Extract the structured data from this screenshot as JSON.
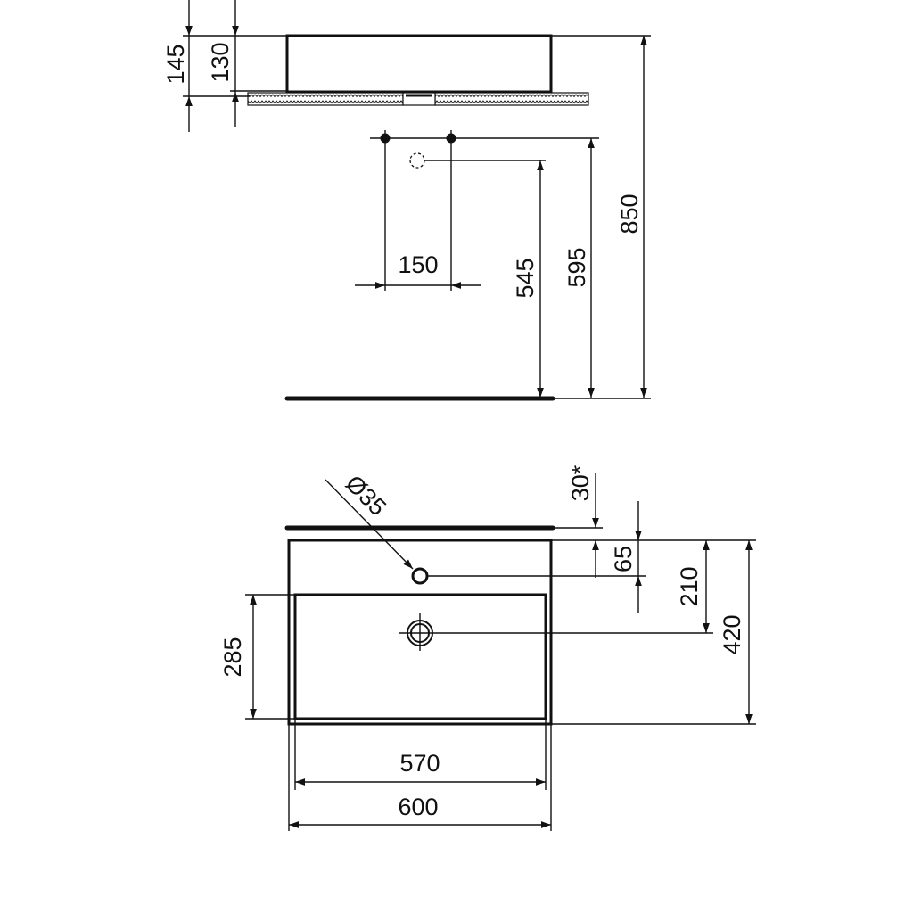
{
  "side_view": {
    "dims": {
      "overall_height": "145",
      "basin_height": "130",
      "tap_spacing": "150",
      "waste_height": "545",
      "supply_height": "595",
      "top_height": "850"
    }
  },
  "plan_view": {
    "dims": {
      "tap_hole_diameter": "Ø35",
      "wall_gap": "30*",
      "tap_hole_offset": "65",
      "drain_offset": "210",
      "depth": "420",
      "bowl_depth": "285",
      "bowl_width": "570",
      "width": "600"
    }
  },
  "colors": {
    "line": "#111111",
    "background": "#ffffff"
  }
}
